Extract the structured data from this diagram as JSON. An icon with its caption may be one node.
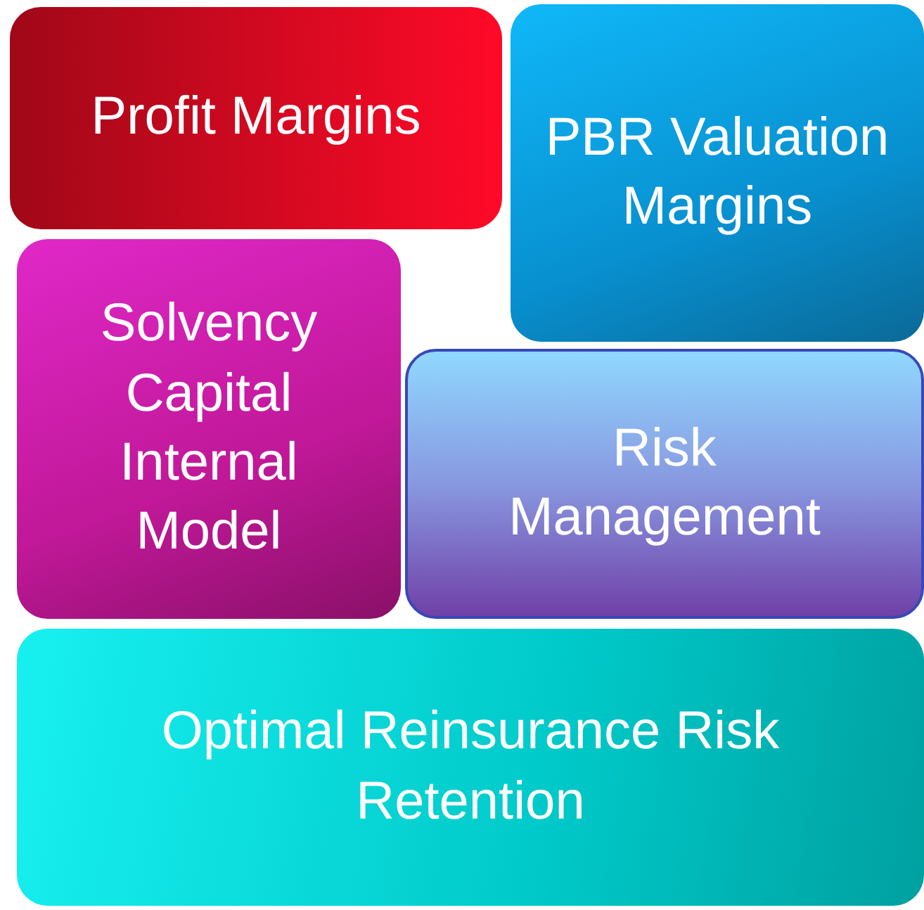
{
  "diagram": {
    "nodes": [
      {
        "text": [
          "Profit Margins"
        ]
      },
      {
        "text": [
          "PBR Valuation Margins"
        ]
      },
      {
        "text": [
          "Solvency Capital Internal Model"
        ]
      },
      {
        "text": [
          "Risk Management"
        ]
      },
      {
        "text": [
          "Optimal Reinsurance Risk Retention"
        ]
      }
    ]
  }
}
